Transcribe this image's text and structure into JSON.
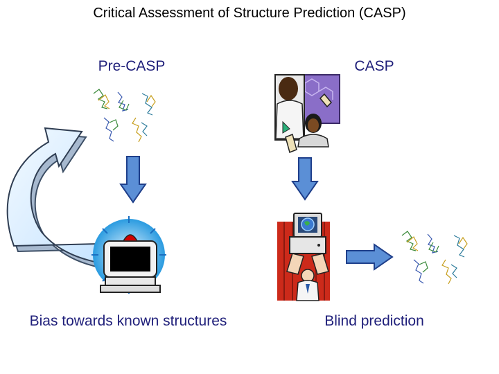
{
  "title": "Critical Assessment of Structure Prediction (CASP)",
  "columns": {
    "pre_casp": {
      "label": "Pre-CASP",
      "caption": "Bias towards known structures"
    },
    "casp": {
      "label": "CASP",
      "caption": "Blind prediction"
    }
  },
  "icons": {
    "protein": "protein-structure-icon",
    "computer": "computer-icon",
    "scientists": "scientists-clipart-icon",
    "presenter": "computer-presentation-clipart-icon",
    "arrow_down": "down-arrow-icon",
    "arrow_right": "right-arrow-icon",
    "arrow_curved": "curved-feedback-arrow-icon"
  },
  "colors": {
    "arrow_fill": "#5b8fd6",
    "arrow_stroke": "#1f3f8a",
    "curved_arrow_light": "#e6f3ff",
    "curved_arrow_dark": "#9fb3cc",
    "label_text": "#1f1f7a"
  }
}
